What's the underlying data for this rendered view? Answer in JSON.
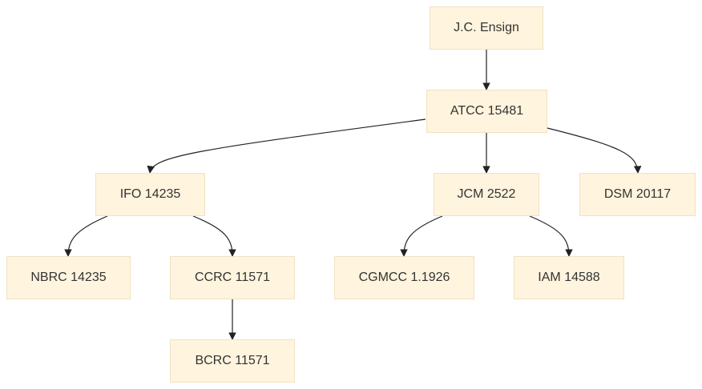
{
  "colors": {
    "node_fill": "#fff4dd",
    "node_border": "#f0e2c2",
    "edge": "#222222",
    "text": "#333333"
  },
  "nodes": {
    "jc_ensign": "J.C. Ensign",
    "atcc_15481": "ATCC 15481",
    "ifo_14235": "IFO 14235",
    "jcm_2522": "JCM 2522",
    "dsm_20117": "DSM 20117",
    "nbrc_14235": "NBRC 14235",
    "ccrc_11571": "CCRC 11571",
    "cgmcc_1_1926": "CGMCC 1.1926",
    "iam_14588": "IAM 14588",
    "bcrc_11571": "BCRC 11571"
  },
  "edges": [
    {
      "from": "jc_ensign",
      "to": "atcc_15481"
    },
    {
      "from": "atcc_15481",
      "to": "ifo_14235"
    },
    {
      "from": "atcc_15481",
      "to": "jcm_2522"
    },
    {
      "from": "atcc_15481",
      "to": "dsm_20117"
    },
    {
      "from": "ifo_14235",
      "to": "nbrc_14235"
    },
    {
      "from": "ifo_14235",
      "to": "ccrc_11571"
    },
    {
      "from": "jcm_2522",
      "to": "cgmcc_1_1926"
    },
    {
      "from": "jcm_2522",
      "to": "iam_14588"
    },
    {
      "from": "ccrc_11571",
      "to": "bcrc_11571"
    }
  ]
}
